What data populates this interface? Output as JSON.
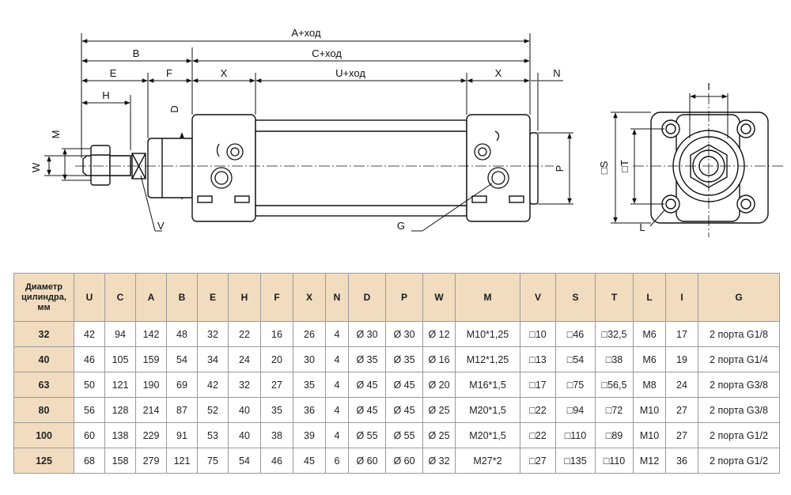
{
  "drawing": {
    "dims": {
      "a_stroke": "A+ход",
      "b": "B",
      "c_stroke": "C+ход",
      "e": "E",
      "f": "F",
      "x_left": "X",
      "u_stroke": "U+ход",
      "x_right": "X",
      "n": "N",
      "h": "H",
      "d": "D",
      "m": "M",
      "w": "W",
      "p": "P",
      "v": "V",
      "g": "G",
      "i": "I",
      "s": "□S",
      "t": "□T",
      "l": "L"
    }
  },
  "table": {
    "headers": [
      "Диаметр цилиндра, мм",
      "U",
      "C",
      "A",
      "B",
      "E",
      "H",
      "F",
      "X",
      "N",
      "D",
      "P",
      "W",
      "M",
      "V",
      "S",
      "T",
      "L",
      "I",
      "G"
    ],
    "rows": [
      [
        "32",
        "42",
        "94",
        "142",
        "48",
        "32",
        "22",
        "16",
        "26",
        "4",
        "Ø 30",
        "Ø 30",
        "Ø 12",
        "M10*1,25",
        "□10",
        "□46",
        "□32,5",
        "M6",
        "17",
        "2 порта G1/8"
      ],
      [
        "40",
        "46",
        "105",
        "159",
        "54",
        "34",
        "24",
        "20",
        "30",
        "4",
        "Ø 35",
        "Ø 35",
        "Ø 16",
        "M12*1,25",
        "□13",
        "□54",
        "□38",
        "M6",
        "19",
        "2 порта G1/4"
      ],
      [
        "63",
        "50",
        "121",
        "190",
        "69",
        "42",
        "32",
        "27",
        "35",
        "4",
        "Ø 45",
        "Ø 45",
        "Ø 20",
        "M16*1,5",
        "□17",
        "□75",
        "□56,5",
        "M8",
        "24",
        "2 порта G3/8"
      ],
      [
        "80",
        "56",
        "128",
        "214",
        "87",
        "52",
        "40",
        "35",
        "36",
        "4",
        "Ø 45",
        "Ø 45",
        "Ø 25",
        "M20*1,5",
        "□22",
        "□94",
        "□72",
        "M10",
        "27",
        "2 порта G3/8"
      ],
      [
        "100",
        "60",
        "138",
        "229",
        "91",
        "53",
        "40",
        "38",
        "39",
        "4",
        "Ø 55",
        "Ø 55",
        "Ø 25",
        "M20*1,5",
        "□22",
        "□110",
        "□89",
        "M10",
        "27",
        "2 порта G1/2"
      ],
      [
        "125",
        "68",
        "158",
        "279",
        "121",
        "75",
        "54",
        "46",
        "45",
        "6",
        "Ø 60",
        "Ø 60",
        "Ø 32",
        "M27*2",
        "□27",
        "□135",
        "□110",
        "M12",
        "36",
        "2 порта G1/2"
      ]
    ]
  }
}
